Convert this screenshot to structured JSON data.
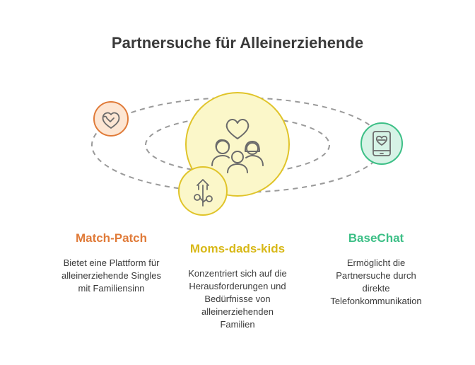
{
  "title": "Partnersuche für Alleinerziehende",
  "colors": {
    "orange": "#e07b39",
    "yellow": "#e0c42a",
    "green": "#3cbf86",
    "orbit": "#9a9a9a",
    "text": "#3a3a3a"
  },
  "items": [
    {
      "name": "Match-Patch",
      "icon": "heart-puzzle-icon",
      "description_lines": [
        "Bietet eine Plattform für",
        "alleinerziehende Singles",
        "mit Familiensinn"
      ]
    },
    {
      "name": "Moms-dads-kids",
      "icon": "seedling-house-icon",
      "description_lines": [
        "Konzentriert sich auf die",
        "Herausforderungen und",
        "Bedürfnisse von",
        "alleinerziehenden",
        "Familien"
      ]
    },
    {
      "name": "BaseChat",
      "icon": "phone-heart-icon",
      "description_lines": [
        "Ermöglicht die",
        "Partnersuche durch",
        "direkte",
        "Telefonkommunikation"
      ]
    }
  ],
  "center": {
    "icon": "family-heart-icon"
  }
}
